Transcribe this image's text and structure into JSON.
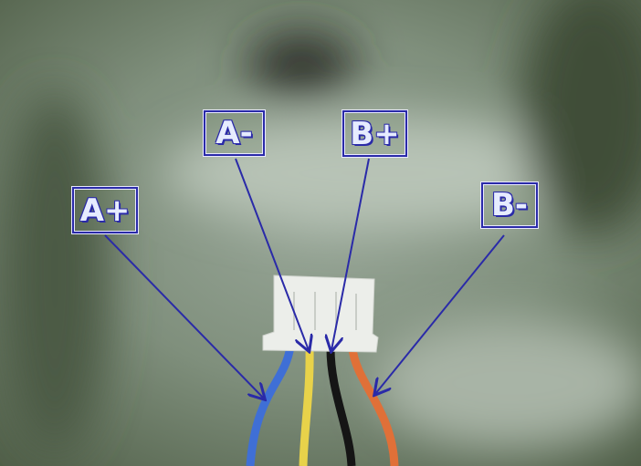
{
  "labels": {
    "a_plus": "A+",
    "a_minus": "A-",
    "b_plus": "B+",
    "b_minus": "B-"
  },
  "colors": {
    "annotation": "#2a2aa8",
    "wire_a_plus": "#3f6fd6",
    "wire_a_minus": "#e8d24a",
    "wire_b_plus": "#151515",
    "wire_b_minus": "#e07038"
  }
}
